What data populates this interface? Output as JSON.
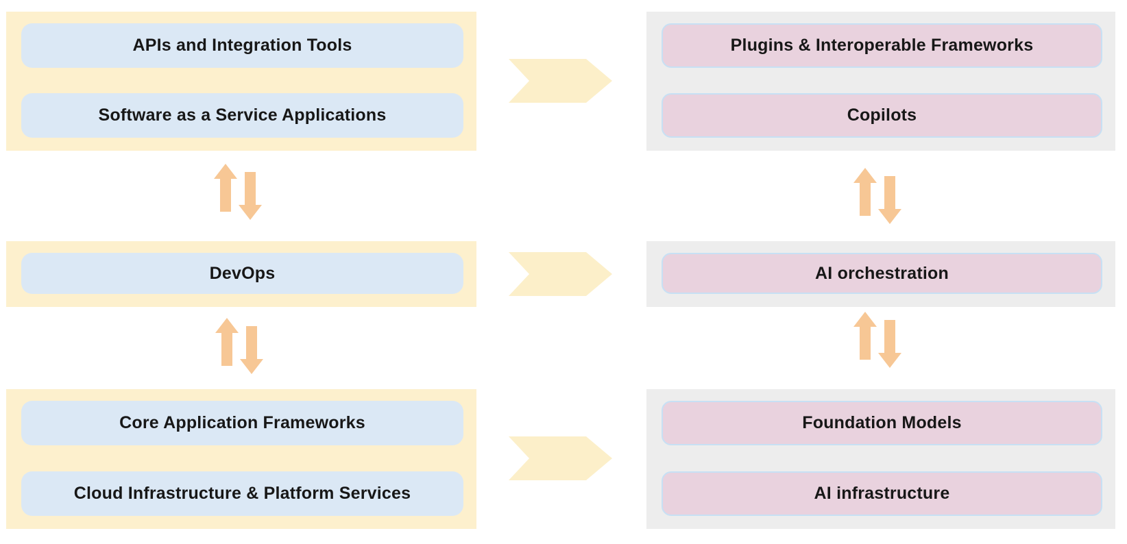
{
  "colors": {
    "page_bg": "#ffffff",
    "yellow_container": "#fdf0cd",
    "blue_box": "#dbe8f5",
    "gray_container": "#ededed",
    "pink_box": "#e9d2de",
    "pink_box_border": "#c7e0f4",
    "chevron": "#fcefc9",
    "updown_arrow": "#f7c795",
    "text": "#171717"
  },
  "left_stack": {
    "groups": [
      {
        "items": [
          "APIs and Integration Tools",
          "Software as a Service Applications"
        ]
      },
      {
        "items": [
          "DevOps"
        ]
      },
      {
        "items": [
          "Core Application Frameworks",
          "Cloud Infrastructure & Platform Services"
        ]
      }
    ]
  },
  "right_stack": {
    "groups": [
      {
        "items": [
          "Plugins & Interoperable Frameworks",
          "Copilots"
        ]
      },
      {
        "items": [
          "AI orchestration"
        ]
      },
      {
        "items": [
          "Foundation Models",
          "AI infrastructure"
        ]
      }
    ]
  },
  "icons": {
    "right_chevron": "chevron-right",
    "updown": "bidirectional-arrows"
  }
}
